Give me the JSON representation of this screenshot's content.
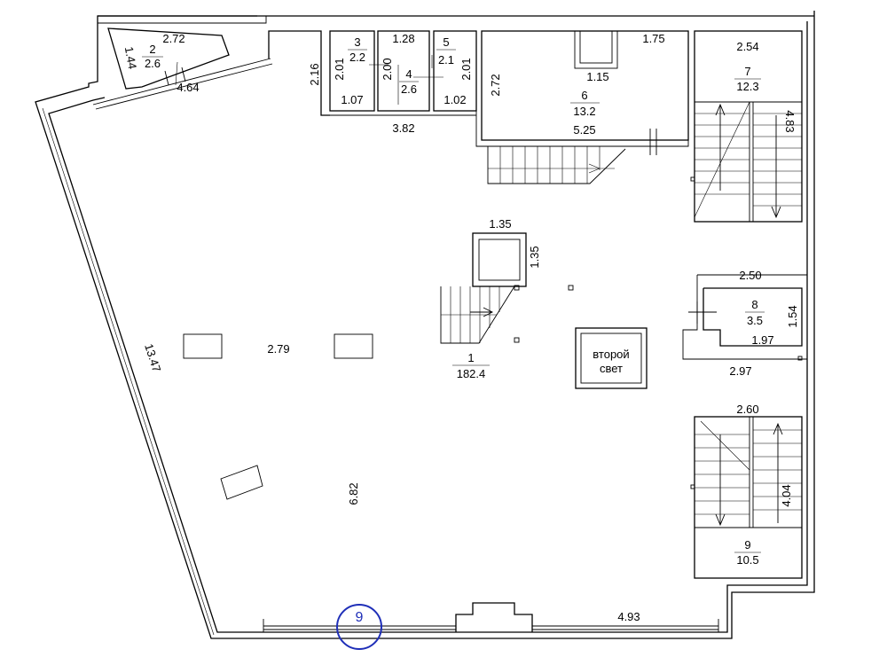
{
  "plan": {
    "axis_marker": "9",
    "second_light_line1": "второй",
    "second_light_line2": "свет",
    "rooms": [
      {
        "number": "1",
        "area": "182.4"
      },
      {
        "number": "2",
        "area": "2.6"
      },
      {
        "number": "3",
        "area": "2.2"
      },
      {
        "number": "4",
        "area": "2.6"
      },
      {
        "number": "5",
        "area": "2.1"
      },
      {
        "number": "6",
        "area": "13.2"
      },
      {
        "number": "7",
        "area": "12.3"
      },
      {
        "number": "8",
        "area": "3.5"
      },
      {
        "number": "9",
        "area": "10.5"
      }
    ],
    "dimensions": {
      "room2_top": "2.72",
      "room2_side": "1.44",
      "room2_bottom": "4.64",
      "bath_height": "2.16",
      "room3_h": "2.01",
      "room3_w": "1.07",
      "room4_top": "1.28",
      "room4_h": "2.00",
      "baths_total": "3.82",
      "room5_h": "2.01",
      "room5_w": "1.02",
      "room6_shaft": "1.15",
      "room6_top": "1.75",
      "room6_h": "2.72",
      "room6_w": "5.25",
      "room7_w": "2.54",
      "room7_h": "4.83",
      "shaft_w": "1.35",
      "shaft_h": "1.35",
      "room8_top": "2.50",
      "room8_h": "1.54",
      "room8_w": "1.97",
      "corridor_w": "2.97",
      "room9_w": "2.60",
      "room9_h": "4.04",
      "main_w": "2.79",
      "main_h": "6.82",
      "diag_wall": "13.47",
      "bottom_wall": "4.93"
    }
  }
}
